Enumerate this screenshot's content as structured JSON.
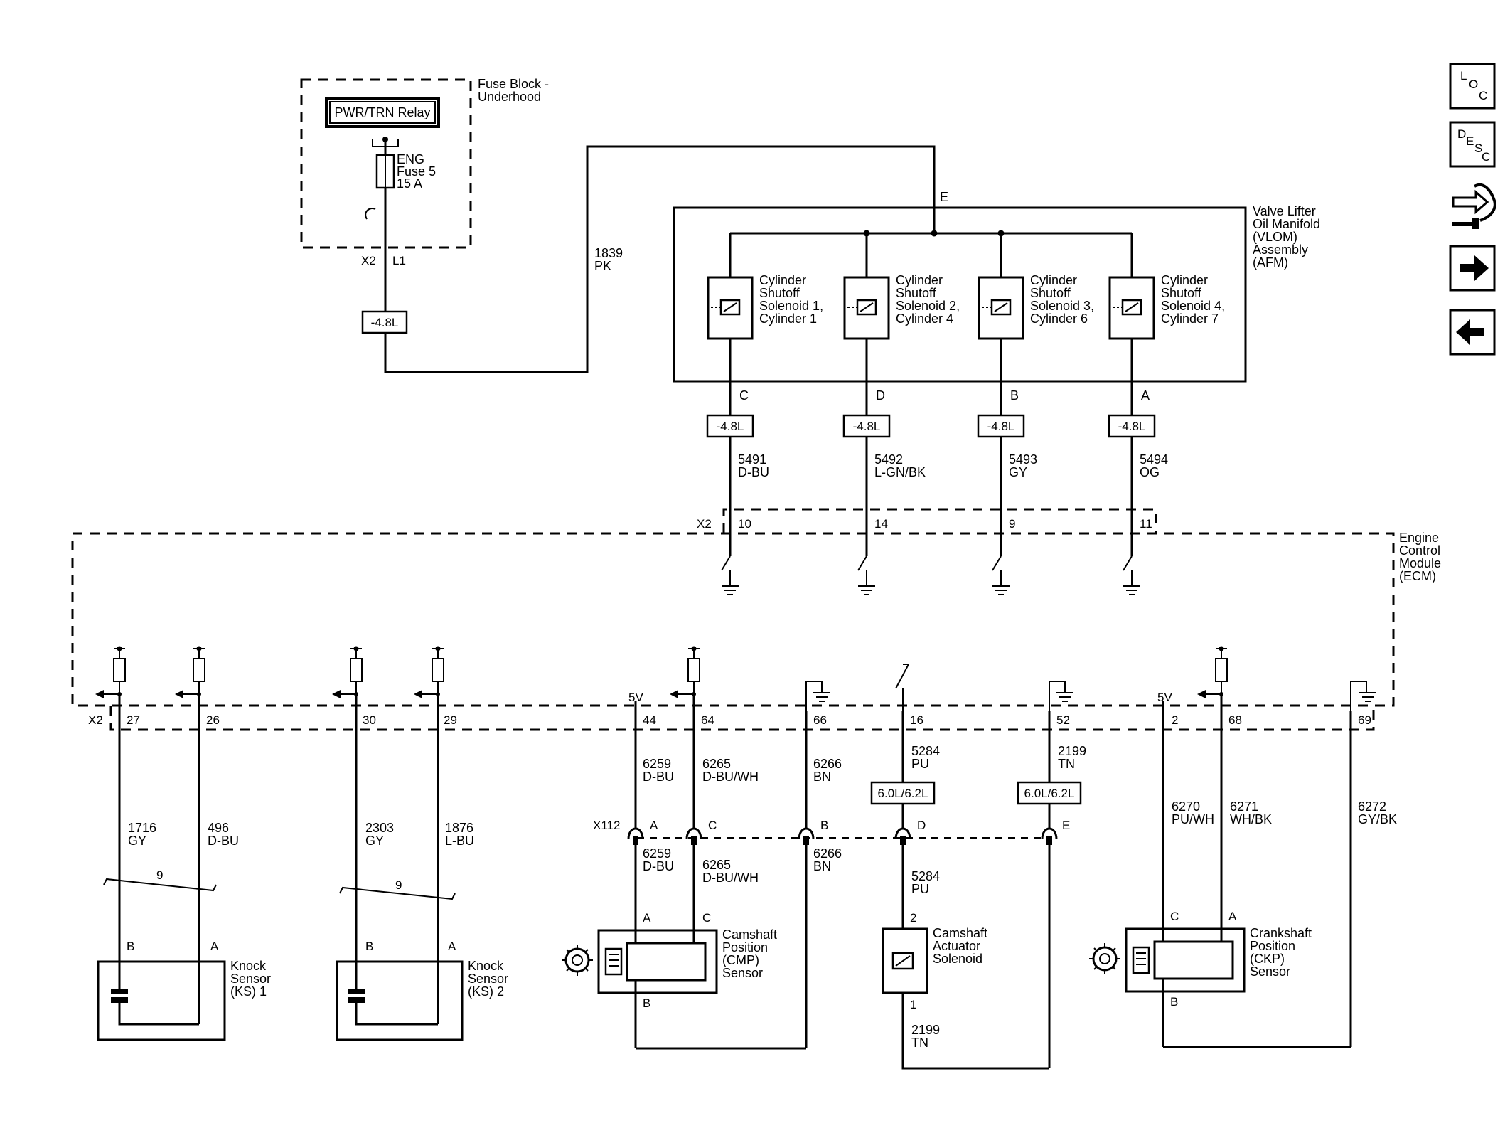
{
  "nav": {
    "loc": {
      "l": "L",
      "o": "O",
      "c": "C"
    },
    "desc": {
      "d": "D",
      "e": "E",
      "s": "S",
      "c": "C"
    }
  },
  "fuse_block": {
    "label": [
      "Fuse Block -",
      "Underhood"
    ],
    "relay": "PWR/TRN Relay",
    "fuse": [
      "ENG",
      "Fuse 5",
      "15 A"
    ],
    "conn": "X2",
    "pin": "L1"
  },
  "option_48": "-4.8L",
  "option_62": "6.0L/6.2L",
  "wire_1839": {
    "num": "1839",
    "color": "PK"
  },
  "vlom": {
    "label": [
      "Valve Lifter",
      "Oil Manifold",
      "(VLOM)",
      "Assembly",
      "(AFM)"
    ],
    "junction": "E",
    "solenoids": [
      {
        "lines": [
          "Cylinder",
          "Shutoff",
          "Solenoid 1,",
          "Cylinder 1"
        ],
        "pin": "C",
        "wire": "5491",
        "color": "D-BU",
        "ecm_pin": "10"
      },
      {
        "lines": [
          "Cylinder",
          "Shutoff",
          "Solenoid 2,",
          "Cylinder 4"
        ],
        "pin": "D",
        "wire": "5492",
        "color": "L-GN/BK",
        "ecm_pin": "14"
      },
      {
        "lines": [
          "Cylinder",
          "Shutoff",
          "Solenoid 3,",
          "Cylinder 6"
        ],
        "pin": "B",
        "wire": "5493",
        "color": "GY",
        "ecm_pin": "9"
      },
      {
        "lines": [
          "Cylinder",
          "Shutoff",
          "Solenoid 4,",
          "Cylinder 7"
        ],
        "pin": "A",
        "wire": "5494",
        "color": "OG",
        "ecm_pin": "11"
      }
    ]
  },
  "ecm": {
    "label": [
      "Engine",
      "Control",
      "Module",
      "(ECM)"
    ],
    "top_conn": "X2",
    "bottom_conn": "X2",
    "v5": "5V",
    "pins": [
      "27",
      "26",
      "30",
      "29",
      "44",
      "64",
      "66",
      "16",
      "52",
      "2",
      "68",
      "69"
    ]
  },
  "knock1": {
    "label": [
      "Knock",
      "Sensor",
      "(KS) 1"
    ],
    "wireB": {
      "num": "1716",
      "color": "GY"
    },
    "wireA": {
      "num": "496",
      "color": "D-BU"
    },
    "twist": "9",
    "pinB": "B",
    "pinA": "A"
  },
  "knock2": {
    "label": [
      "Knock",
      "Sensor",
      "(KS) 2"
    ],
    "wireB": {
      "num": "2303",
      "color": "GY"
    },
    "wireA": {
      "num": "1876",
      "color": "L-BU"
    },
    "twist": "9",
    "pinB": "B",
    "pinA": "A"
  },
  "x112": {
    "name": "X112",
    "pins": [
      "A",
      "C",
      "B",
      "D",
      "E"
    ]
  },
  "cmp": {
    "label": [
      "Camshaft",
      "Position",
      "(CMP)",
      "Sensor"
    ],
    "w1": {
      "num": "6259",
      "color": "D-BU"
    },
    "w2": {
      "num": "6265",
      "color": "D-BU/WH"
    },
    "w3": {
      "num": "6266",
      "color": "BN"
    },
    "pinA": "A",
    "pinC": "C",
    "pinB": "B"
  },
  "actuator": {
    "label": [
      "Camshaft",
      "Actuator",
      "Solenoid"
    ],
    "w_top": {
      "num": "5284",
      "color": "PU"
    },
    "w_ret": {
      "num": "2199",
      "color": "TN"
    },
    "pin2": "2",
    "pin1": "1"
  },
  "ckp": {
    "label": [
      "Crankshaft",
      "Position",
      "(CKP)",
      "Sensor"
    ],
    "w1": {
      "num": "6270",
      "color": "PU/WH"
    },
    "w2": {
      "num": "6271",
      "color": "WH/BK"
    },
    "w3": {
      "num": "6272",
      "color": "GY/BK"
    },
    "pinC": "C",
    "pinA": "A",
    "pinB": "B"
  }
}
